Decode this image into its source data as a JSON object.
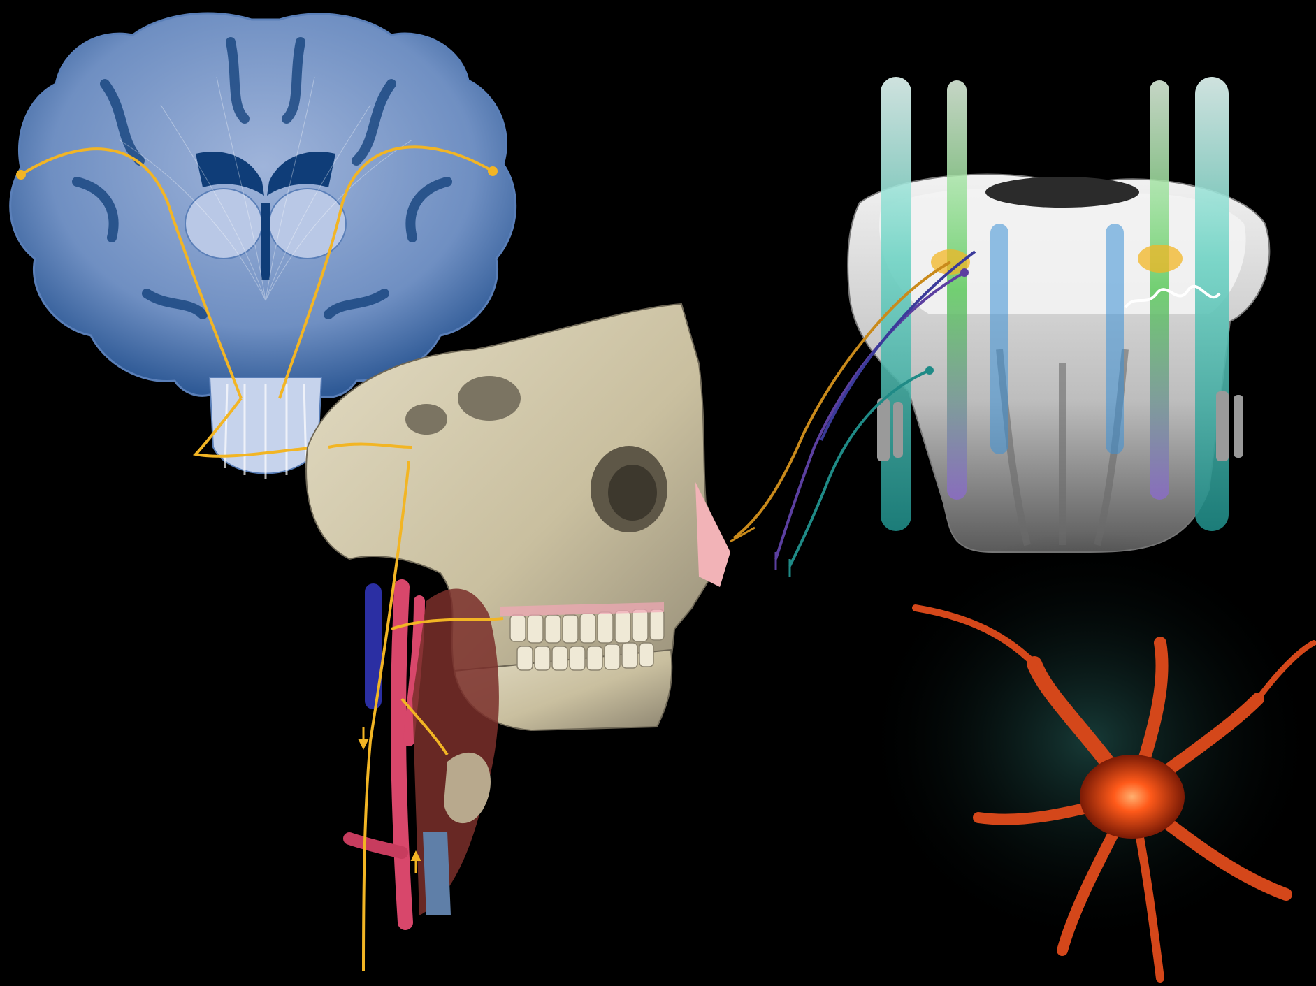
{
  "scene": {
    "background": "#000000",
    "panels": [
      "brain-coronal-section",
      "skull-neck-lateral-view",
      "spinal-cord-cross-section",
      "neuron-cell"
    ]
  },
  "colors": {
    "brain_fill": "#6f8fc2",
    "brain_dark": "#0f3d78",
    "brain_light": "#b9c8e6",
    "nerve_yellow": "#f2b524",
    "skull_bone": "#cfc6ac",
    "skull_shadow": "#8c8470",
    "artery": "#d8476b",
    "vein": "#2b2fa3",
    "cord_grey": "#d9d9d9",
    "tract_teal": "#3fb8a8",
    "tract_green": "#5cc95c",
    "tract_purple": "#8a6bc7",
    "tract_blue": "#3a8fd6",
    "nerve_orange": "#c98a1b",
    "nerve_violet": "#5b3fa0",
    "nerve_teal": "#1f8a86",
    "neuron_core": "#ff5a1a",
    "neuron_glow": "#1f5a55"
  },
  "icons": {
    "arrow": "arrow-icon",
    "synapse": "synapse-dot-icon"
  }
}
